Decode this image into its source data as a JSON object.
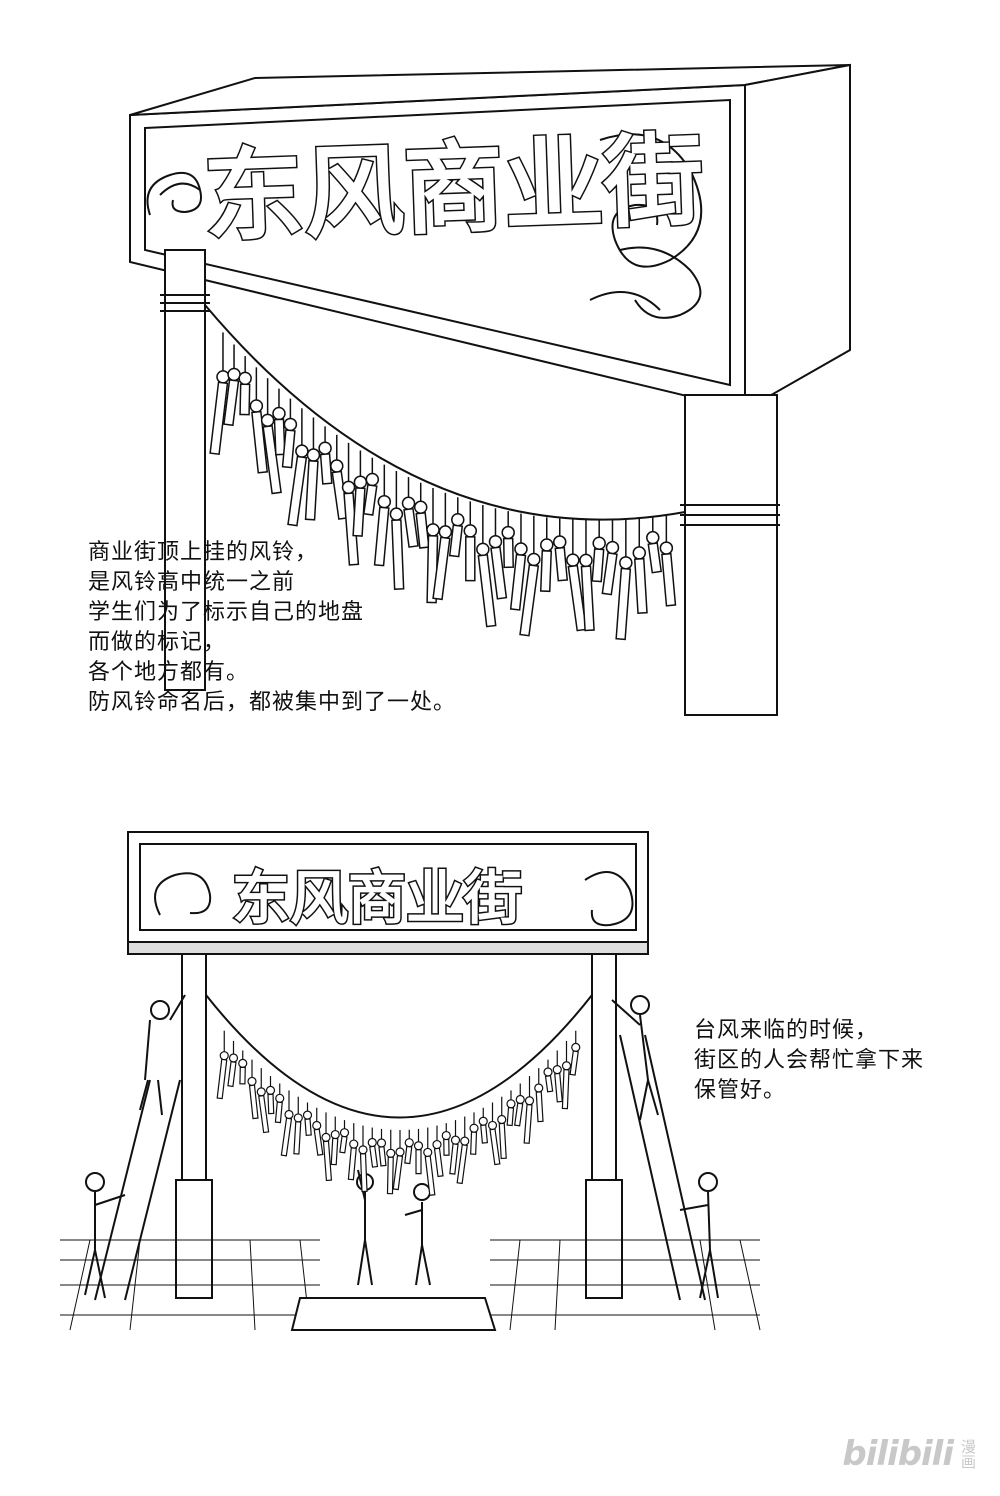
{
  "panel_top": {
    "sign_text": "东风商业街",
    "caption_lines": [
      "商业街顶上挂的风铃，",
      "是风铃高中统一之前",
      "学生们为了标示自己的地盘",
      "而做的标记，",
      "各个地方都有。",
      "防风铃命名后，都被集中到了一处。"
    ]
  },
  "panel_bottom": {
    "sign_text": "东风商业街",
    "caption_lines": [
      "台风来临的时候，",
      "街区的人会帮忙拿下来",
      "保管好。"
    ]
  },
  "watermark": {
    "logo": "bilibili",
    "label": "漫画"
  }
}
